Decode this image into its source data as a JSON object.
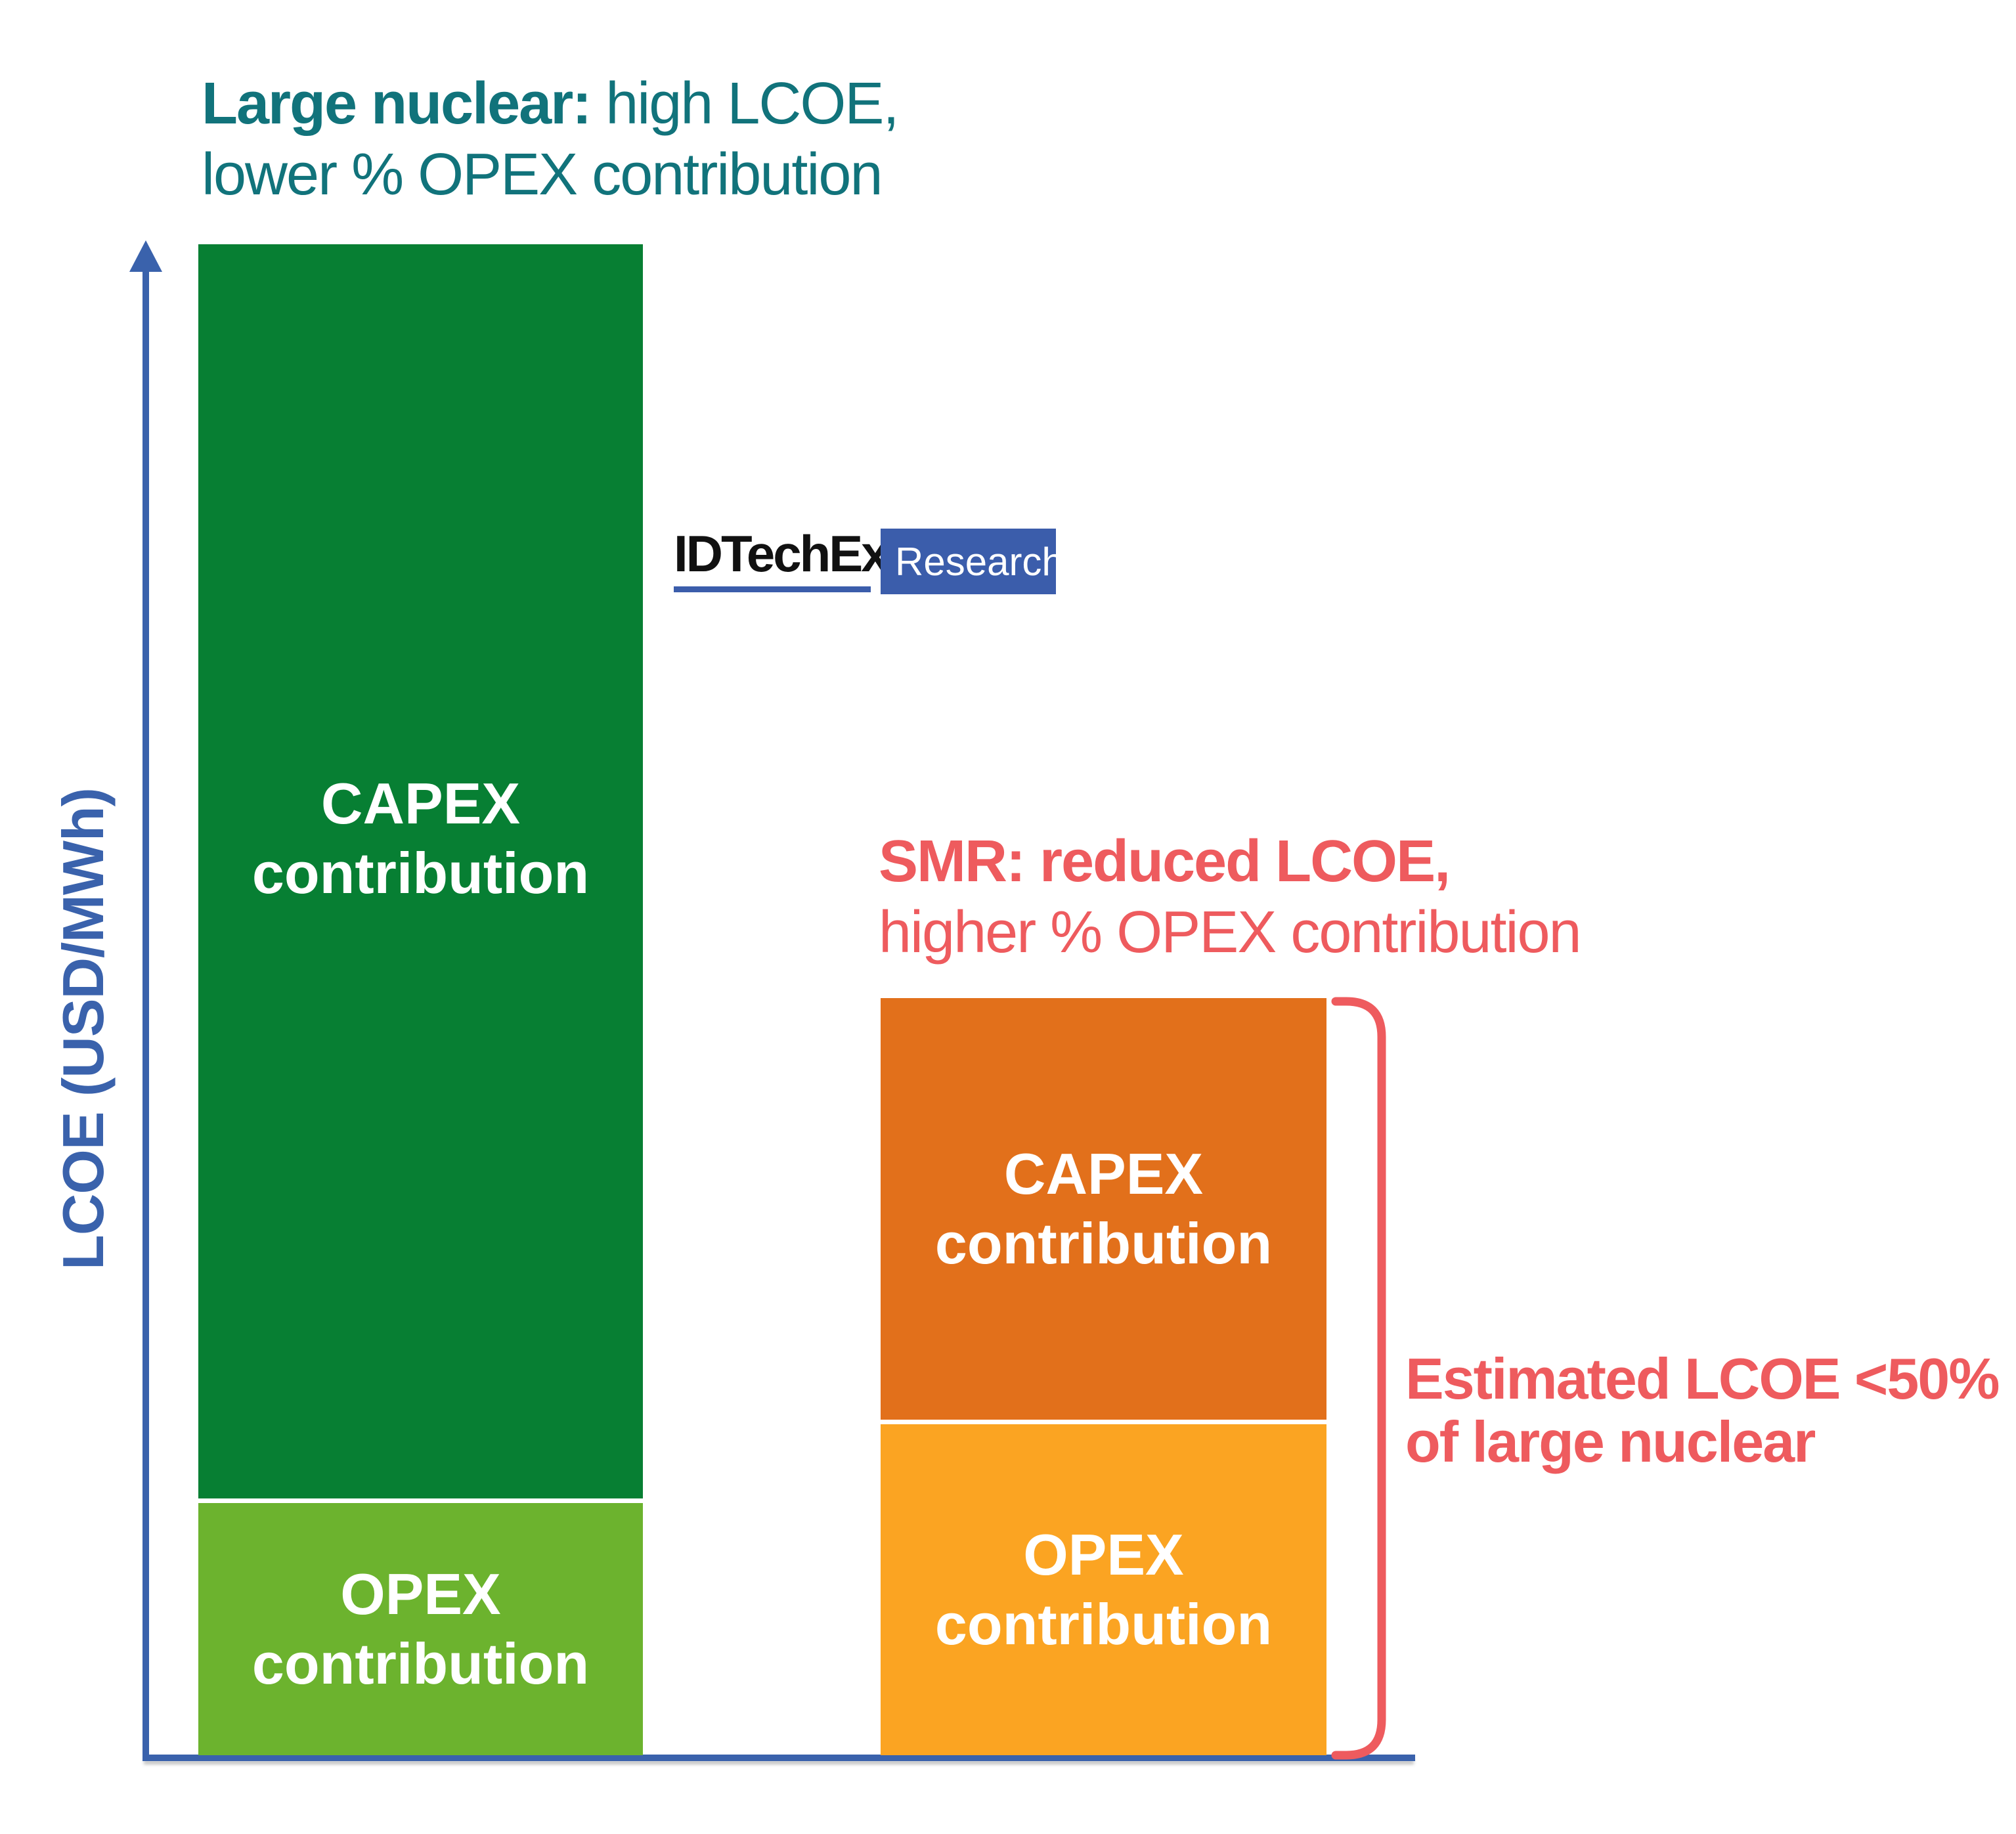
{
  "title": {
    "bold": "Large nuclear:",
    "rest": " high LCOE,",
    "line2": "lower % OPEX contribution"
  },
  "smr_heading": {
    "line1": "SMR: reduced LCOE,",
    "line2": "higher % OPEX contribution"
  },
  "estimate_note": {
    "line1": "Estimated LCOE <50%",
    "line2": "of large nuclear"
  },
  "y_axis": {
    "label": "LCOE (USD/MWh)"
  },
  "logo": {
    "name": "IDTechEx",
    "suffix": "Research"
  },
  "bars": {
    "large_nuclear": {
      "capex": {
        "line1": "CAPEX",
        "line2": "contribution"
      },
      "opex": {
        "line1": "OPEX",
        "line2": "contribution"
      }
    },
    "smr": {
      "capex": {
        "line1": "CAPEX",
        "line2": "contribution"
      },
      "opex": {
        "line1": "OPEX",
        "line2": "contribution"
      }
    }
  },
  "colors": {
    "teal_heading": "#11737b",
    "red_heading": "#ee5b5e",
    "large_capex_green": "#077f33",
    "large_opex_green": "#6cb32e",
    "smr_capex_orange": "#e2701b",
    "smr_opex_amber": "#fba422",
    "axis_blue": "#3a62ac",
    "logo_blue": "#3b5dab",
    "bracket_red": "#ee5b5e",
    "label_text": "#ffffff"
  },
  "chart_data": {
    "type": "bar",
    "subtype": "stacked",
    "categories": [
      "Large nuclear",
      "SMR"
    ],
    "series": [
      {
        "name": "OPEX contribution",
        "values": [
          17,
          22
        ]
      },
      {
        "name": "CAPEX contribution",
        "values": [
          83,
          28
        ]
      }
    ],
    "units": "relative LCOE, large nuclear total = 100 (no numeric axis shown; values estimated from bar heights)",
    "totals": [
      100,
      50
    ],
    "ylabel": "LCOE (USD/MWh)",
    "xlabel": "",
    "grid": false,
    "legend_position": "none (labels printed inside segments)",
    "annotations": [
      "Large nuclear: high LCOE, lower % OPEX contribution",
      "SMR: reduced LCOE, higher % OPEX contribution",
      "Estimated LCOE <50% of large nuclear"
    ]
  }
}
